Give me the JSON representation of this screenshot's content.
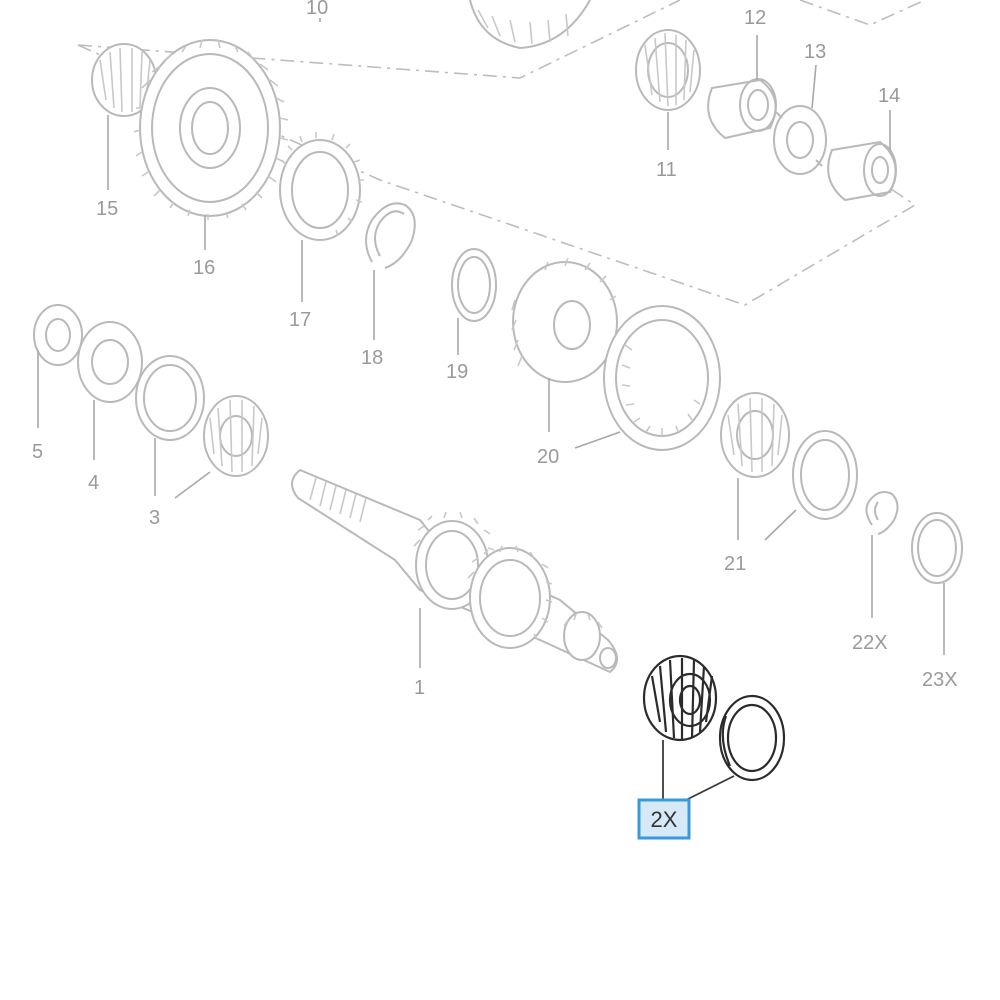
{
  "diagram": {
    "callouts": {
      "c10": "10",
      "c11": "11",
      "c12": "12",
      "c13": "13",
      "c14": "14",
      "c15": "15",
      "c16": "16",
      "c17": "17",
      "c18": "18",
      "c19": "19",
      "c20": "20",
      "c21": "21",
      "c22x": "22X",
      "c23x": "23X",
      "c5": "5",
      "c4": "4",
      "c3": "3",
      "c1": "1",
      "c2x": "2X"
    },
    "highlighted_part": "2X",
    "colors": {
      "line_art": "#b9b9b9",
      "callout_text": "#9a9a9a",
      "highlight_line": "#2b2b2b",
      "highlight_box_fill": "#d6e9f8",
      "highlight_box_border": "#3a9ad9"
    }
  }
}
